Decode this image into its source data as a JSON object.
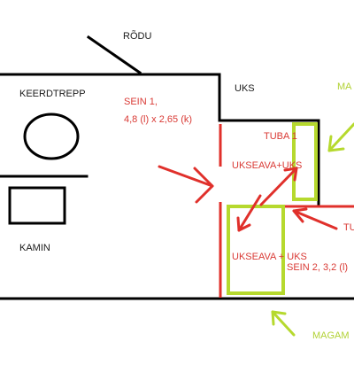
{
  "labels": {
    "rodu": "RÕDU",
    "keerdtrepp": "KEERDTREPP",
    "kamin": "KAMIN",
    "uks": "UKS",
    "sein1_line1": "SEIN 1,",
    "sein1_line2": "4,8 (l) x 2,65 (k)",
    "tuba1": "TUBA 1",
    "ukseava_uks_top": "UKSEAVA+UKS",
    "ukseava_uks_bottom": "UKSEAVA + UKS",
    "sein2": "SEIN 2, 3,2 (l)",
    "tu_cut": "TU",
    "ma_cut": "MA",
    "magam_cut": "MAGAM"
  },
  "colors": {
    "wall": "#000000",
    "red": "#e0302b",
    "green": "#b6d92e"
  }
}
